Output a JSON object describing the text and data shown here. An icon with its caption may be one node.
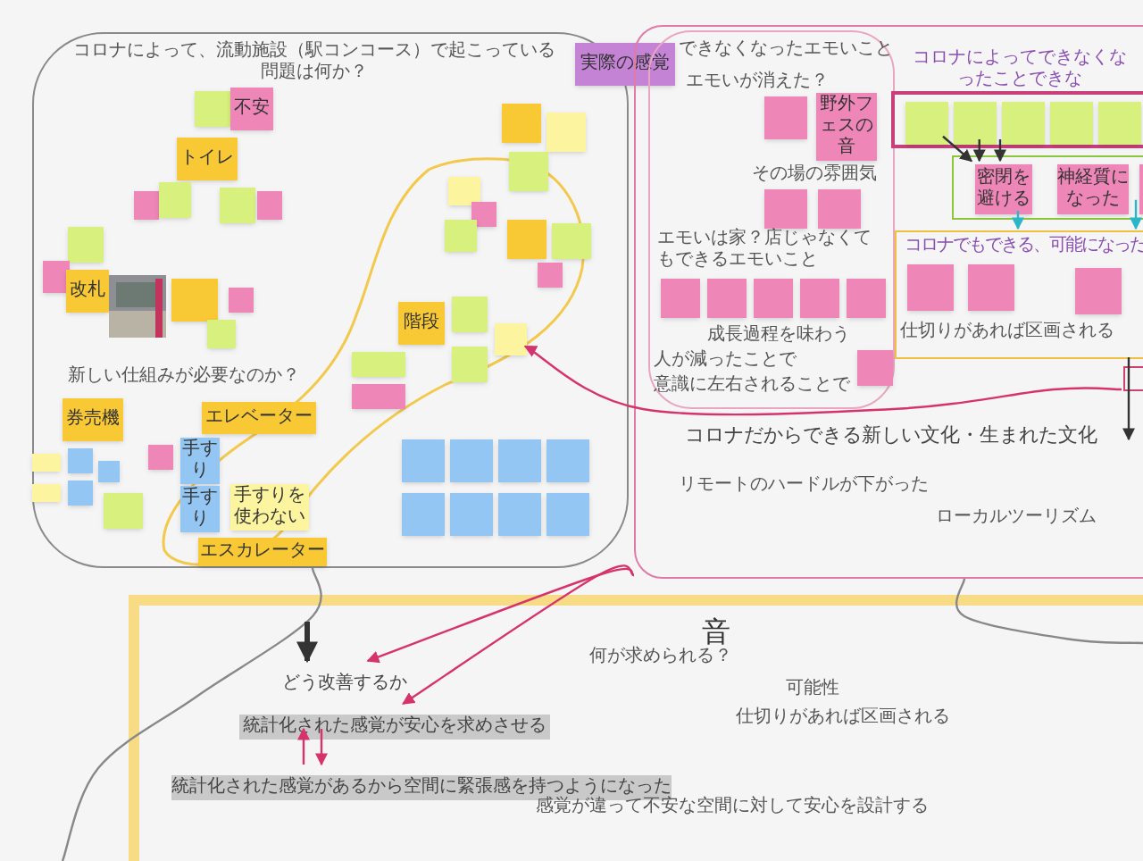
{
  "diagram": {
    "nodes": [
      {
        "text": [
          "コロナによって、流動施設（駅コンコース）で起こっている問題は何か？"
        ]
      },
      {
        "text": [],
        "shape": "box",
        "in": 0
      },
      {
        "text": [
          "不安"
        ],
        "in": 0
      },
      {
        "text": [
          "トイレ"
        ],
        "in": 0
      },
      {
        "text": [],
        "shape": "box",
        "in": 0
      },
      {
        "text": [],
        "shape": "box",
        "in": 0
      },
      {
        "text": [],
        "shape": "box",
        "in": 0
      },
      {
        "text": [],
        "shape": "box",
        "in": 0
      },
      {
        "text": [],
        "shape": "box",
        "in": 0
      },
      {
        "text": [],
        "shape": "box",
        "in": 0
      },
      {
        "text": [
          "改札"
        ],
        "in": 0
      },
      {
        "text": [],
        "shape": "picture",
        "in": 0
      },
      {
        "text": [],
        "shape": "box",
        "in": 0
      },
      {
        "text": [],
        "shape": "box",
        "in": 0
      },
      {
        "text": [],
        "shape": "box",
        "in": 0
      },
      {
        "text": [
          "券売機"
        ],
        "in": 0
      },
      {
        "text": [],
        "shape": "box",
        "in": 0
      },
      {
        "text": [],
        "shape": "box",
        "in": 0
      },
      {
        "text": [],
        "shape": "box",
        "in": 0
      },
      {
        "text": [],
        "shape": "box",
        "in": 0
      },
      {
        "text": [],
        "shape": "box",
        "in": 0
      },
      {
        "text": [
          "エレベーター"
        ],
        "in": 0
      },
      {
        "text": [
          "手すり"
        ],
        "in": 0
      },
      {
        "text": [
          "手すり"
        ],
        "in": 0
      },
      {
        "text": [
          "手すりを使わない"
        ],
        "in": 0
      },
      {
        "text": [
          "エスカレーター"
        ],
        "in": 0
      },
      {
        "text": [
          "階段"
        ],
        "in": 0
      },
      {
        "text": [],
        "shape": "box",
        "in": 0
      },
      {
        "text": [],
        "shape": "box",
        "in": 0
      },
      {
        "text": [],
        "shape": "box",
        "in": 0
      },
      {
        "text": [],
        "shape": "box",
        "in": 0
      },
      {
        "text": [],
        "shape": "box",
        "in": 0
      },
      {
        "text": [],
        "shape": "box",
        "in": 0
      },
      {
        "text": [],
        "shape": "box",
        "in": 0
      },
      {
        "text": [],
        "shape": "box",
        "in": 0
      },
      {
        "text": [],
        "shape": "box",
        "in": 0
      },
      {
        "text": [],
        "shape": "box",
        "in": 0
      },
      {
        "text": [],
        "shape": "box",
        "in": 0
      },
      {
        "text": [],
        "shape": "box",
        "in": 0
      },
      {
        "text": [],
        "shape": "box",
        "in": 0
      },
      {
        "text": [],
        "shape": "box",
        "in": 0
      },
      {
        "text": [],
        "shape": "box",
        "in": 0
      },
      {
        "text": [],
        "shape": "box",
        "in": 0
      },
      {
        "text": [],
        "shape": "box",
        "in": 0
      },
      {
        "text": [],
        "shape": "box",
        "in": 0
      },
      {
        "text": [],
        "shape": "box",
        "in": 0
      },
      {
        "text": [],
        "shape": "box",
        "in": 0
      },
      {
        "text": [],
        "shape": "box",
        "in": 0
      },
      {
        "text": [],
        "shape": "box",
        "in": 0
      },
      {
        "text": [],
        "shape": "box",
        "in": 0
      },
      {
        "text": [],
        "shape": "box",
        "in": 0
      },
      {
        "text": [
          "実際の感覚"
        ]
      },
      {
        "text": [
          "コロナだからできる新しい文化・生まれた文化"
        ]
      },
      {
        "text": [
          "できなくなったエモいこと"
        ],
        "in": 52
      },
      {
        "text": [],
        "shape": "box",
        "in": 53
      },
      {
        "text": [
          "野外フェスの音"
        ],
        "beside": [
          "その場の雰囲気"
        ],
        "in": 53
      },
      {
        "text": [],
        "shape": "box",
        "in": 53
      },
      {
        "text": [],
        "shape": "box",
        "in": 53
      },
      {
        "text": [],
        "shape": "box",
        "in": 53
      },
      {
        "text": [],
        "shape": "box",
        "in": 53
      },
      {
        "text": [],
        "shape": "box",
        "in": 53
      },
      {
        "text": [],
        "shape": "box",
        "in": 53
      },
      {
        "text": [],
        "shape": "box",
        "in": 53
      },
      {
        "text": [],
        "shape": "box",
        "in": 53
      },
      {
        "text": [
          "コロナによってできなくなったことできな"
        ],
        "in": 52
      },
      {
        "text": [],
        "shape": "box",
        "in": 64
      },
      {
        "text": [],
        "shape": "box",
        "in": 64
      },
      {
        "text": [],
        "shape": "box",
        "in": 64
      },
      {
        "text": [],
        "shape": "box",
        "in": 64
      },
      {
        "text": [],
        "shape": "box",
        "in": 64
      },
      {
        "text": [],
        "shape": "box",
        "in": 52
      },
      {
        "text": [
          "密閉を避ける"
        ],
        "in": 70
      },
      {
        "text": [
          "神経質になった"
        ],
        "in": 70
      },
      {
        "text": [],
        "shape": "box",
        "in": 70
      },
      {
        "text": [
          "コロナでもできる、可能になった"
        ],
        "in": 52
      },
      {
        "text": [],
        "shape": "box",
        "in": 74
      },
      {
        "text": [],
        "shape": "box",
        "in": 74
      },
      {
        "text": [],
        "shape": "box",
        "in": 74
      },
      {
        "text": [],
        "shape": "box",
        "in": 52
      },
      {
        "text": [
          "音"
        ]
      },
      {
        "text": [
          "どう改善するか"
        ],
        "in": 79
      },
      {
        "text": [
          "統計化された感覚が安心を求めさせる"
        ],
        "in": 79
      },
      {
        "text": [
          "統計化された感覚があるから空間に緊張感を持つようになった"
        ],
        "in": 79
      }
    ],
    "edges": [
      {
        "from": 0,
        "to": null,
        "arrow": "none",
        "color": "#888888"
      },
      {
        "from": null,
        "to": 80,
        "arrow": "to",
        "style": "thick"
      },
      {
        "from": 52,
        "to": 80,
        "arrow": "to",
        "color": "#d6336c"
      },
      {
        "from": 52,
        "to": 81,
        "arrow": "to",
        "color": "#d6336c"
      },
      {
        "from": 78,
        "to": 29,
        "arrow": "to",
        "color": "#d6336c"
      },
      {
        "from": 65,
        "to": 71,
        "arrow": "to"
      },
      {
        "from": 66,
        "to": 71,
        "arrow": "to"
      },
      {
        "from": 67,
        "to": 71,
        "arrow": "to"
      },
      {
        "from": 71,
        "to": 74,
        "arrow": "to",
        "color": "#2bb5c9"
      },
      {
        "from": 73,
        "to": 74,
        "arrow": "to",
        "color": "#2bb5c9"
      },
      {
        "from": 74,
        "to": null,
        "arrow": "to"
      },
      {
        "from": 82,
        "to": 81,
        "arrow": "to",
        "color": "#d6336c"
      },
      {
        "from": 81,
        "to": 82,
        "arrow": "to",
        "color": "#d6336c"
      },
      {
        "from": 52,
        "to": null,
        "arrow": "none",
        "color": "#888888"
      }
    ],
    "labels": [
      "新しい仕組みが必要なのか？",
      "エモいが消えた？",
      "エモいは家？店じゃなくてもできるエモいこと",
      "成長過程を味わう",
      "人が減ったことで",
      "意識に左右されることで",
      "仕切りがあれば区画される",
      "リモートのハードルが下がった",
      "ローカルツーリズム",
      "何が求められる？",
      "可能性",
      "仕切りがあれば区画される",
      "感覚が違って不安な空間に対して安心を設計する"
    ]
  }
}
